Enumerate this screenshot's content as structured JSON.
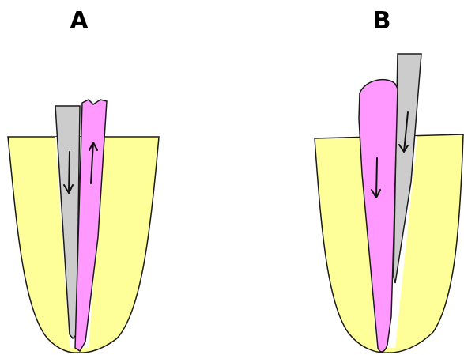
{
  "panels": [
    {
      "id": "A",
      "label": "A"
    },
    {
      "id": "B",
      "label": "B"
    }
  ],
  "colors": {
    "background": "#ffffff",
    "root_tissue": "#ffff99",
    "pink_instrument": "#ff99ff",
    "gray_instrument": "#cccccc",
    "outline": "#1a1a1a",
    "arrow": "#111111"
  },
  "arrows": [
    {
      "panel": "A",
      "on": "gray-instrument",
      "direction": "down"
    },
    {
      "panel": "A",
      "on": "pink-instrument",
      "direction": "up"
    },
    {
      "panel": "B",
      "on": "pink-instrument",
      "direction": "down"
    },
    {
      "panel": "B",
      "on": "gray-instrument",
      "direction": "down"
    }
  ]
}
